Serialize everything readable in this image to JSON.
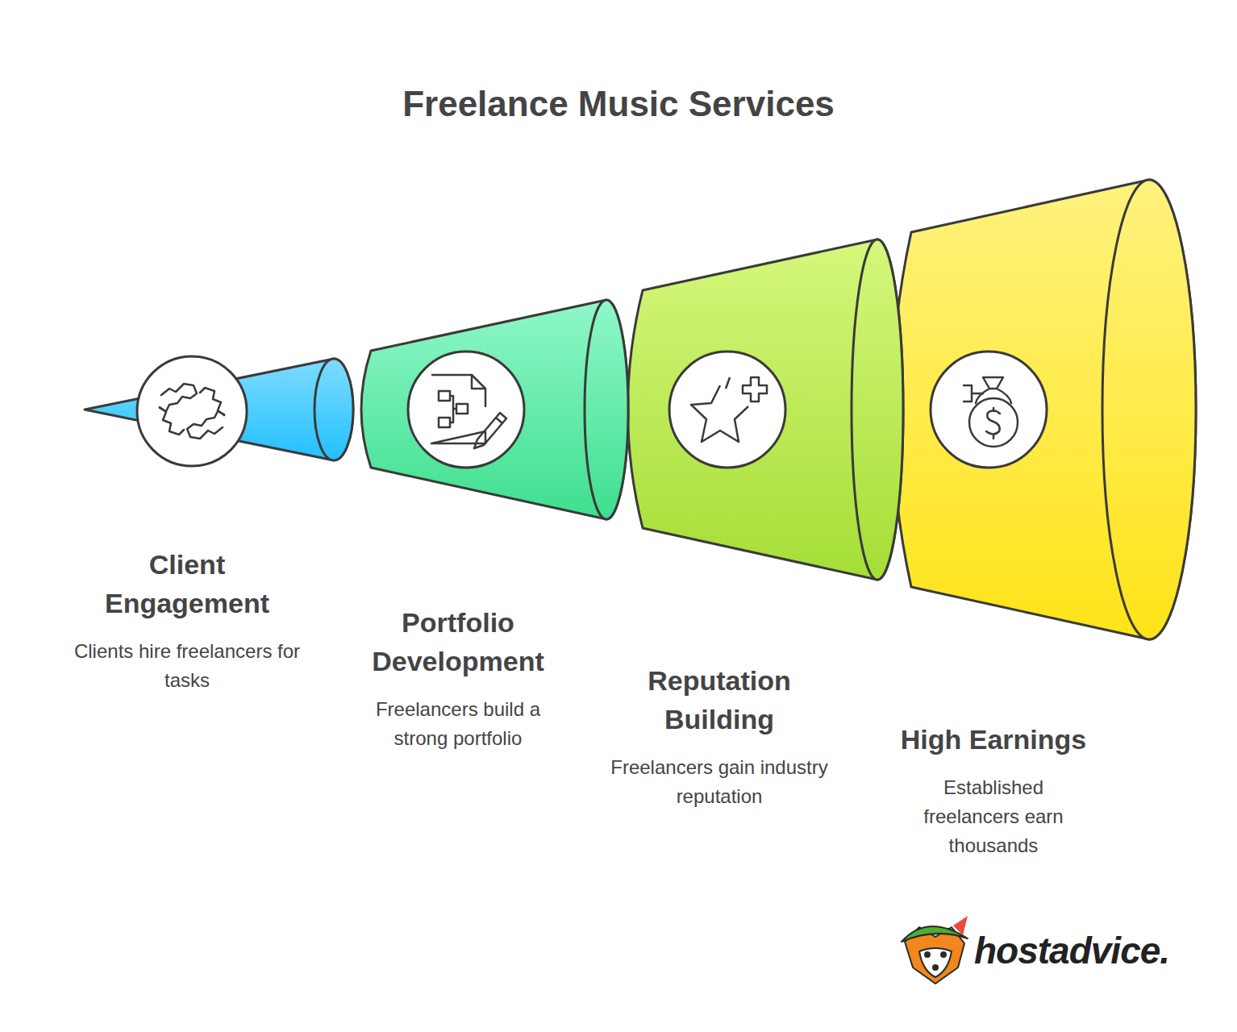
{
  "diagram": {
    "title": "Freelance Music Services",
    "nodes": [
      {
        "text": [
          "Client Engagement",
          "Clients hire freelancers for tasks"
        ]
      },
      {
        "text": [
          "Portfolio Development",
          "Freelancers build a strong portfolio"
        ]
      },
      {
        "text": [
          "Reputation Building",
          "Freelancers gain industry reputation"
        ]
      },
      {
        "text": [
          "High Earnings",
          "Established freelancers earn thousands"
        ]
      }
    ],
    "labels": [
      "hostadvice."
    ]
  }
}
